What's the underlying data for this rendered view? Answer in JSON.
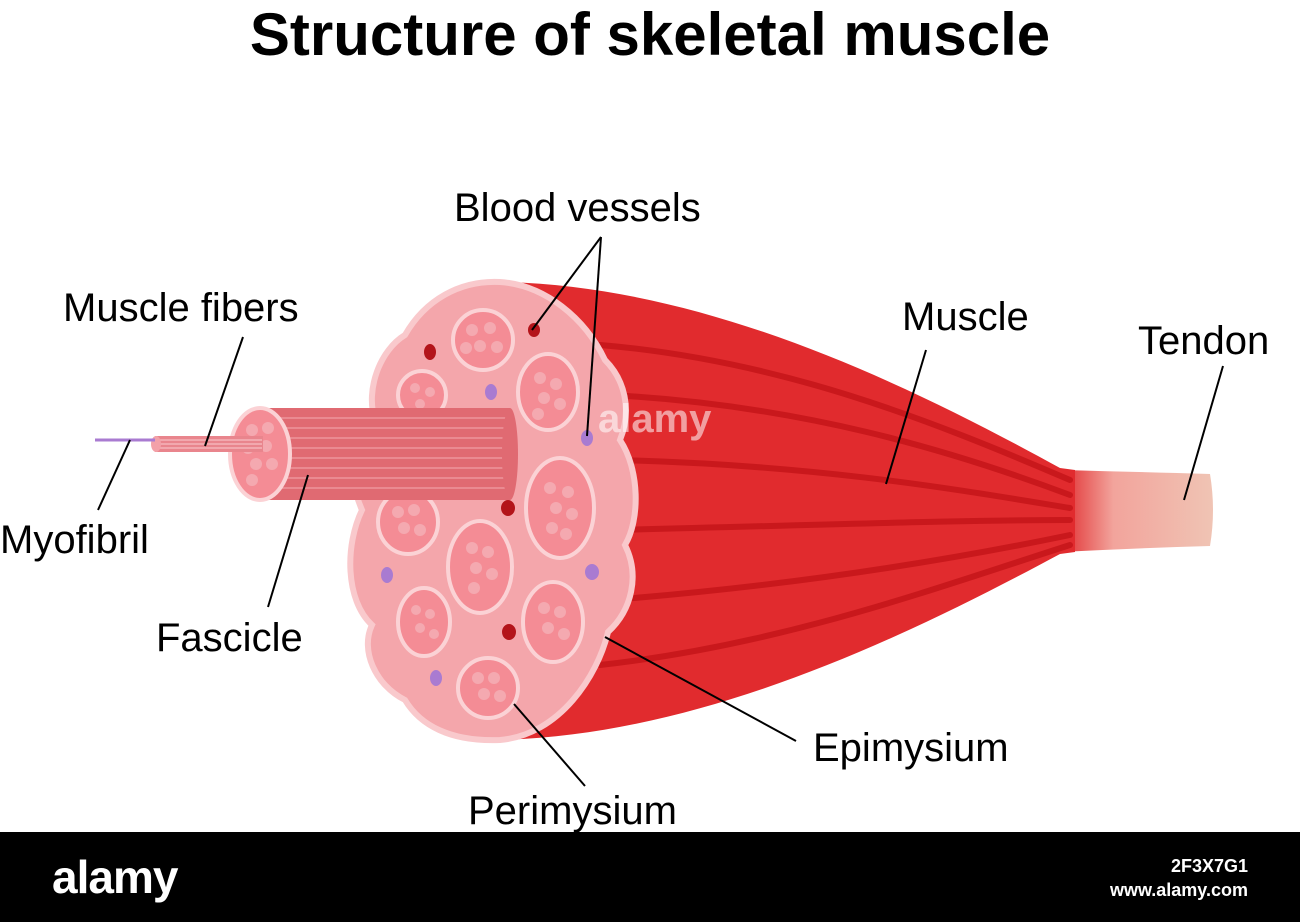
{
  "title": "Structure of skeletal muscle",
  "labels": {
    "blood_vessels": "Blood vessels",
    "muscle_fibers": "Muscle fibers",
    "muscle": "Muscle",
    "tendon": "Tendon",
    "myofibril": "Myofibril",
    "fascicle": "Fascicle",
    "epimysium": "Epimysium",
    "perimysium": "Perimysium"
  },
  "watermark": "alamy",
  "footer": {
    "logo": "alamy",
    "image_id": "2F3X7G1",
    "site": "www.alamy.com"
  },
  "colors": {
    "muscle_red": "#e12b2e",
    "muscle_dark": "#c9181c",
    "cross_section": "#f4a6ab",
    "fascicle_fill": "#f59aa1",
    "blood_vessel": "#b3141a",
    "nerve_purple": "#a97bd1",
    "tendon": "#f0c4b4"
  }
}
